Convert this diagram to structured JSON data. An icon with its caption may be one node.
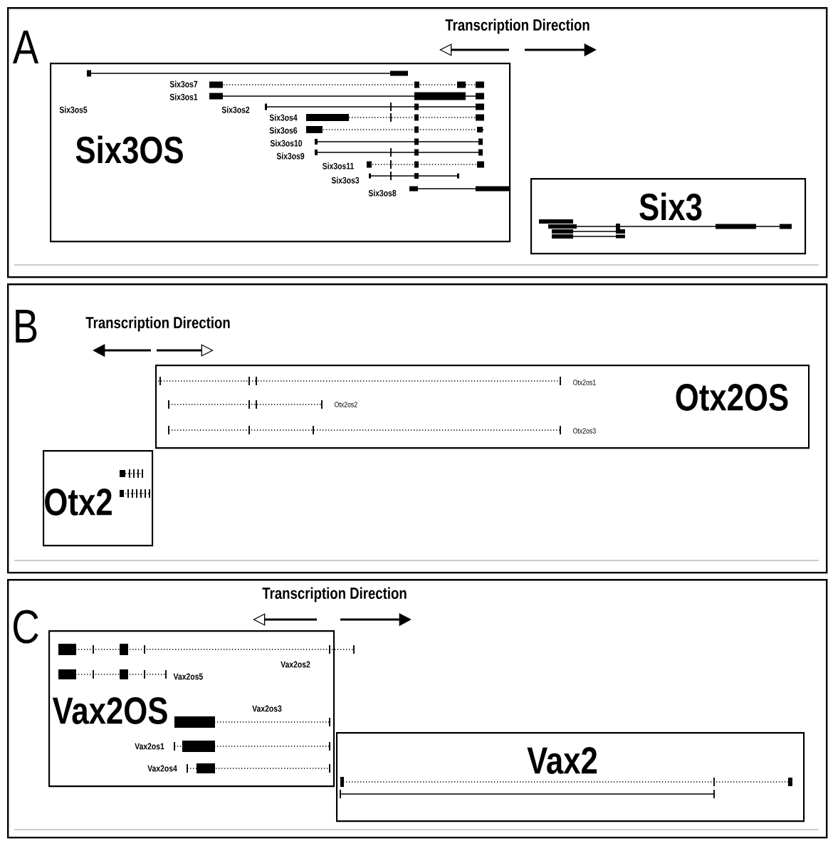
{
  "diagram": {
    "nodes": [
      {
        "text": [
          "A"
        ]
      },
      {
        "text": [
          "Six3OS"
        ],
        "in": 0
      },
      {
        "text": [
          "Six3"
        ],
        "in": 0
      },
      {
        "text": [
          "B"
        ]
      },
      {
        "text": [
          "Otx2OS"
        ],
        "in": 3
      },
      {
        "text": [
          "Otx2"
        ],
        "in": 3
      },
      {
        "text": [
          "C"
        ]
      },
      {
        "text": [
          "Vax2OS"
        ],
        "in": 6
      },
      {
        "text": [
          "Vax2"
        ],
        "in": 6
      }
    ],
    "labels": [
      "Transcription Direction",
      "Six3os5",
      "Six3os7",
      "Six3os1",
      "Six3os2",
      "Six3os4",
      "Six3os6",
      "Six3os10",
      "Six3os9",
      "Six3os11",
      "Six3os3",
      "Six3os8",
      "Transcription Direction",
      "Otx2os1",
      "Otx2os2",
      "Otx2os3",
      "Transcription Direction",
      "Vax2os2",
      "Vax2os5",
      "Vax2os3",
      "Vax2os1",
      "Vax2os4"
    ]
  }
}
